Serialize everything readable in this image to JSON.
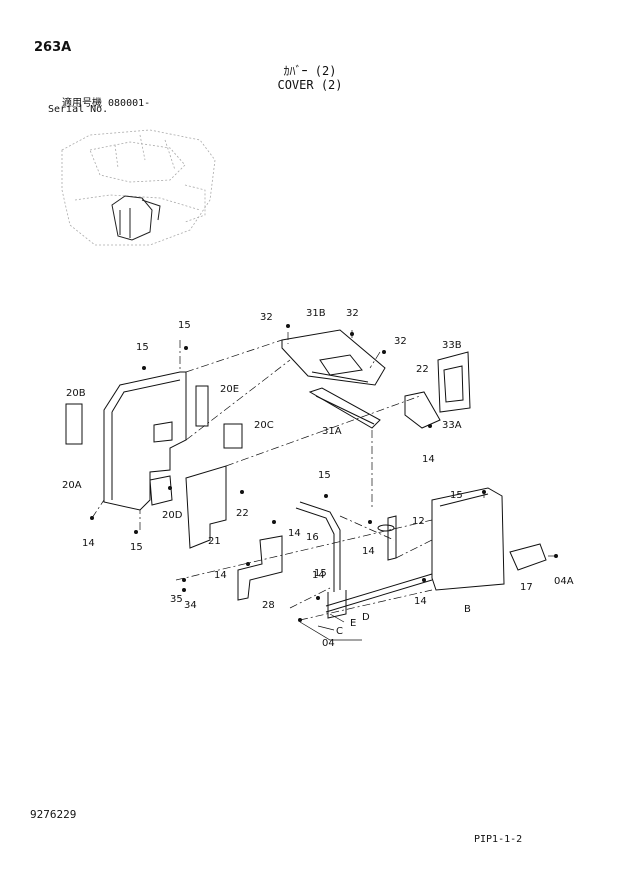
{
  "header": {
    "page_number": "263A",
    "title_jp": "ｶﾊﾞｰ (2)",
    "title_en": "COVER (2)",
    "serial_label_jp": "適用号機 080001-",
    "serial_label_en": "Serial No."
  },
  "footer": {
    "doc_number": "9276229",
    "page_code": "PIP1-1-2"
  },
  "callouts": [
    "32",
    "31B",
    "32",
    "32",
    "33B",
    "15",
    "15",
    "20B",
    "20E",
    "22",
    "20C",
    "33A",
    "31A",
    "14",
    "20A",
    "15",
    "20D",
    "22",
    "12",
    "15",
    "14",
    "21",
    "14",
    "16",
    "14",
    "15",
    "14",
    "14",
    "17",
    "35",
    "34",
    "28",
    "15",
    "14",
    "04A",
    "B",
    "D",
    "E",
    "C",
    "04"
  ]
}
